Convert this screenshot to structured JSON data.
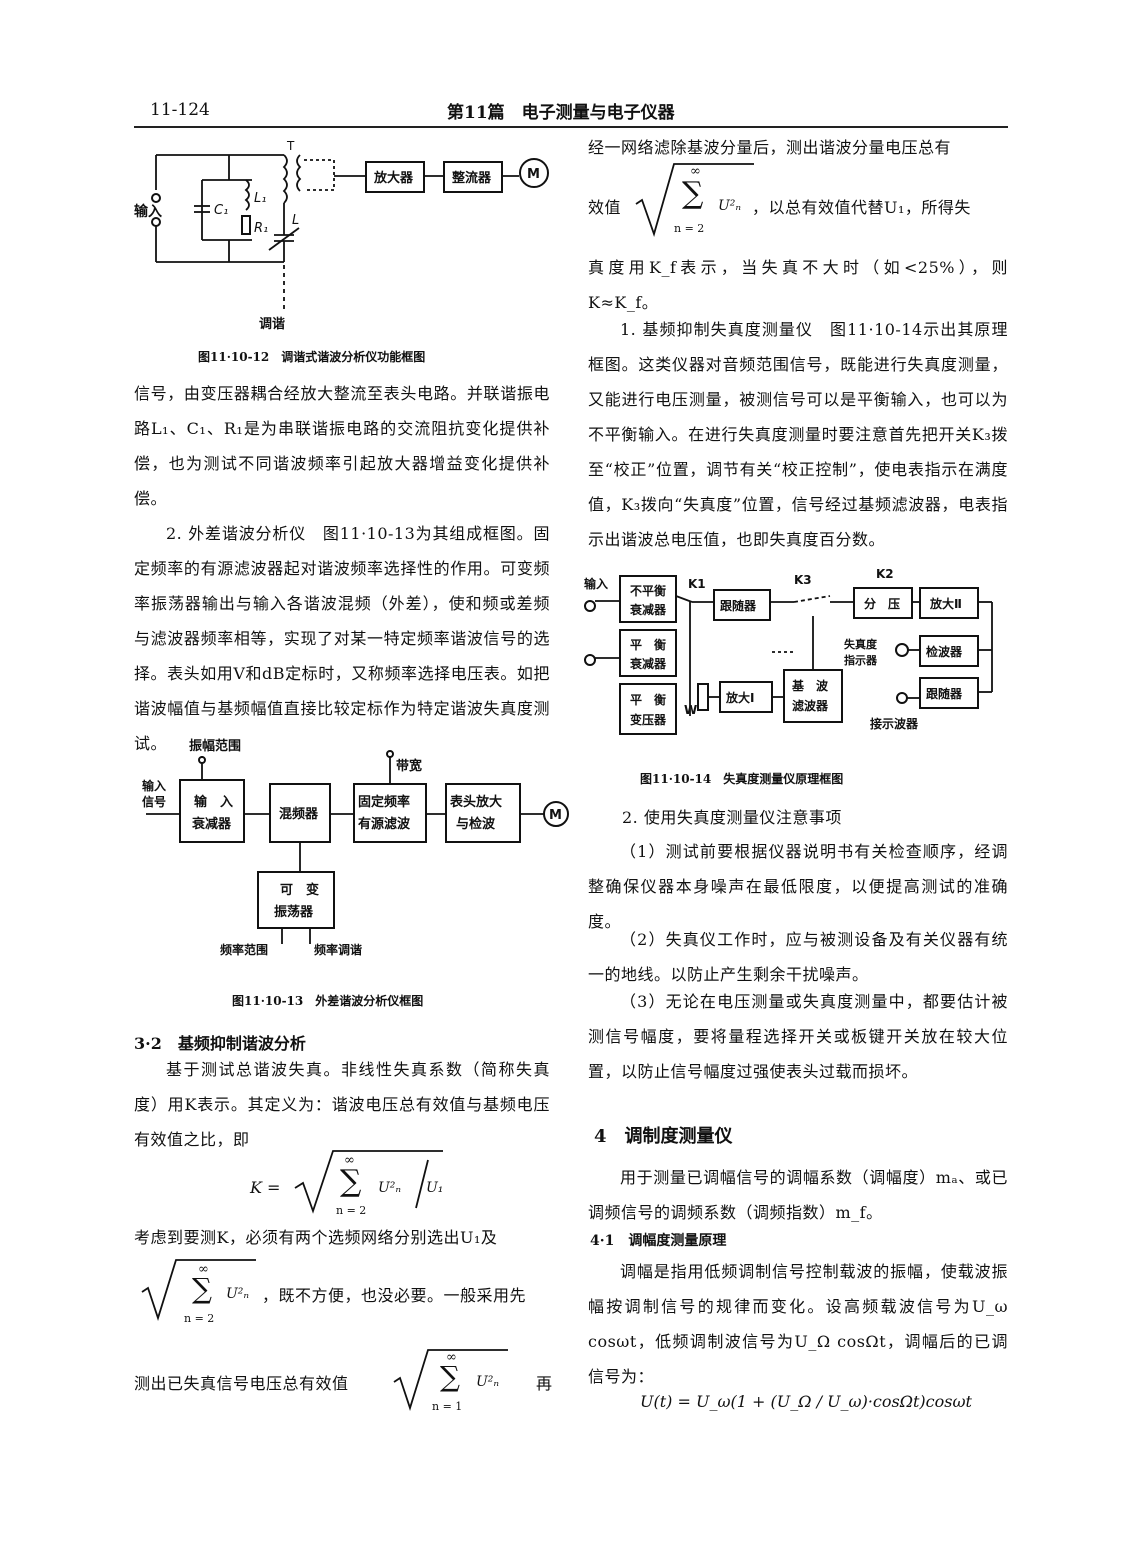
{
  "header": {
    "page_number": "11-124",
    "title": "第11篇　电子测量与电子仪器"
  },
  "fig12": {
    "caption": "图11·10-12　调谐式谐波分析仪功能框图",
    "input": "输入",
    "tune": "调谐",
    "T": "T",
    "L": "L",
    "L1": "L₁",
    "C1": "C₁",
    "R1": "R₁",
    "amp": "放大器",
    "rect": "整流器",
    "meter": "M"
  },
  "left": {
    "p1": "信号，由变压器耦合经放大整流至表头电路。并联谐振电路L₁、C₁、R₁是为串联谐振电路的交流阻抗变化提供补偿，也为测试不同谐波频率引起放大器增益变化提供补偿。",
    "p2": "2. 外差谐波分析仪　图11·10-13为其组成框图。固定频率的有源滤波器起对谐波频率选择性的作用。可变频率振荡器输出与输入各谐波混频（外差），使和频或差频与滤波器频率相等，实现了对某一特定频率谐波信号的选择。表头如用V和dB定标时，又称频率选择电压表。如把谐波幅值与基频幅值直接比较定标作为特定谐波失真度测试。"
  },
  "fig13": {
    "caption": "图11·10-13　外差谐波分析仪框图",
    "amp_range": "振幅范围",
    "input_signal_1": "输入",
    "input_signal_2": "信号",
    "b1_1": "输　入",
    "b1_2": "衰减器",
    "b2": "混频器",
    "b3_1": "固定频率",
    "b3_2": "有源滤波",
    "bandwidth": "带宽",
    "b4_1": "表头放大",
    "b4_2": "与检波",
    "meter": "M",
    "b5_1": "可　变",
    "b5_2": "振荡器",
    "freq_range": "频率范围",
    "freq_tune": "频率调谐"
  },
  "sec32": {
    "heading": "3·2　基频抑制谐波分析",
    "p1": "基于测试总谐波失真。非线性失真系数（简称失真度）用K表示。其定义为：谐波电压总有效值与基频电压有效值之比，即",
    "formula_K": "K =",
    "sum_top": "∞",
    "sum_bottom_2": "n = 2",
    "sum_bottom_1": "n = 1",
    "Un2": "U²ₙ",
    "over_U1": "U₁",
    "p2a": "考虑到要测K，必须有两个选频网络分别选出U₁及",
    "p2b": "，既不方便，也没必要。一般采用先",
    "p3a": "测出已失真信号电压总有效值",
    "p3b": "再"
  },
  "right": {
    "p0a": "经一网络滤除基波分量后，测出谐波分量电压总有",
    "p0b_pre": "效值",
    "p0b_post": "，以总有效值代替U₁，所得失",
    "p0c": "真度用K_f表示，当失真不大时（如<25%），则K≈K_f。",
    "p1": "1. 基频抑制失真度测量仪　图11·10-14示出其原理框图。这类仪器对音频范围信号，既能进行失真度测量，又能进行电压测量，被测信号可以是平衡输入，也可以为不平衡输入。在进行失真度测量时要注意首先把开关K₃拨至“校正”位置，调节有关“校正控制”，使电表指示在满度值，K₃拨向“失真度”位置，信号经过基频滤波器，电表指示出谐波总电压值，也即失真度百分数。"
  },
  "fig14": {
    "caption": "图11·10-14　失真度测量仪原理框图",
    "input": "输入",
    "b_unbal_1": "不平衡",
    "b_unbal_2": "衰减器",
    "b_bal_1": "平　衡",
    "b_bal_2": "衰减器",
    "b_tr_1": "平　衡",
    "b_tr_2": "变压器",
    "K1": "K1",
    "K2": "K2",
    "K3": "K3",
    "W": "W",
    "follower": "跟随器",
    "amp1": "放大Ⅰ",
    "filter_1": "基　波",
    "filter_2": "滤波器",
    "divider": "分　压",
    "amp2": "放大Ⅱ",
    "detector": "检波器",
    "follower2": "跟随器",
    "dist_ind_1": "失真度",
    "dist_ind_2": "指示器",
    "scope": "接示波器"
  },
  "notes": {
    "heading": "2. 使用失真度测量仪注意事项",
    "n1": "（1）测试前要根据仪器说明书有关检查顺序，经调整确保仪器本身噪声在最低限度，以便提高测试的准确度。",
    "n2": "（2）失真仪工作时，应与被测设备及有关仪器有统一的地线。以防止产生剩余干扰噪声。",
    "n3": "（3）无论在电压测量或失真度测量中，都要估计被测信号幅度，要将量程选择开关或板键开关放在较大位置，以防止信号幅度过强使表头过载而损坏。"
  },
  "sec4": {
    "heading": "4　调制度测量仪",
    "p1": "用于测量已调幅信号的调幅系数（调幅度）mₐ、或已调频信号的调频系数（调频指数）m_f。",
    "sub": "4·1　调幅度测量原理",
    "p2": "调幅是指用低频调制信号控制载波的振幅，使载波振幅按调制信号的规律而变化。设高频载波信号为U_ω cosωt，低频调制波信号为U_Ω cosΩt，调幅后的已调信号为：",
    "formula": "U(t) = U_ω(1 + (U_Ω / U_ω)·cosΩt)cosωt"
  }
}
